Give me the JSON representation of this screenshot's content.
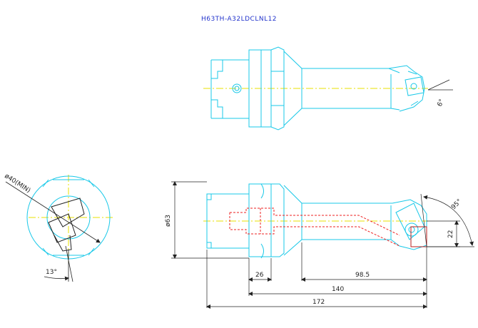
{
  "title": "H63TH-A32LDCLNL12",
  "dimensions": {
    "overall_length": "172",
    "shank_length": "140",
    "neck_length": "98.5",
    "flange_length": "26",
    "diameter": "ø63",
    "offset": "22",
    "lead_angle": "95°",
    "inclination_angle": "6°",
    "side_angle": "13°",
    "min_bore": "ø40(MIN)"
  },
  "colors": {
    "outline": "#18c8e8",
    "dimension": "#222222",
    "centerline": "#e8e000",
    "coolant": "#ee2222",
    "title": "#2233cc"
  }
}
